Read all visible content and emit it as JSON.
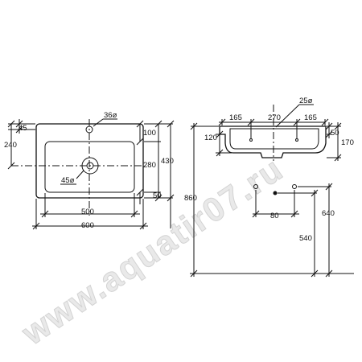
{
  "watermark": "www.aquatir07.ru",
  "top_view": {
    "labels": {
      "tap_hole": "36ø",
      "tap_offset": "45",
      "side_depth": "240",
      "to_tap": "100",
      "drain_to_edge": "280",
      "total_depth": "430",
      "drain_hole": "45ø",
      "front_rim": "50",
      "inner_width": "500",
      "total_width": "600"
    }
  },
  "side_view": {
    "labels": {
      "waste": "25ø",
      "left_part": "165",
      "middle_part": "270",
      "right_part": "165",
      "rim": "50",
      "bowl_depth": "120",
      "total_height": "170",
      "install_height": "860",
      "pipe_spacing": "80",
      "drain_height": "540",
      "supply_height": "640"
    }
  }
}
